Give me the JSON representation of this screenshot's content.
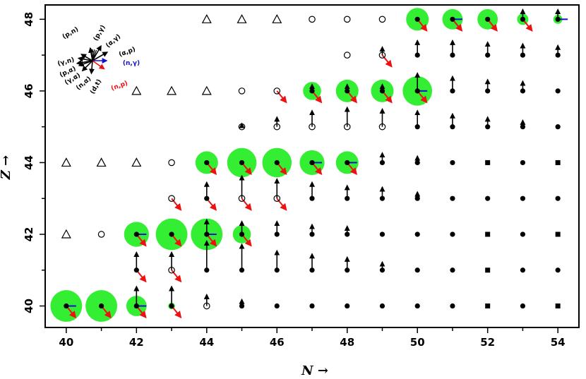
{
  "chart_data": {
    "type": "scatter",
    "title": "",
    "xlabel": "N →",
    "ylabel": "Z →",
    "xlim": [
      39.4,
      54.6
    ],
    "ylim": [
      39.4,
      48.4
    ],
    "x_ticks": [
      40,
      42,
      44,
      46,
      48,
      50,
      52,
      54
    ],
    "y_ticks": [
      40,
      42,
      44,
      46,
      48
    ],
    "grid": false,
    "legend_position": "top-left",
    "reaction_labels": [
      "(p,n)",
      "(p,γ)",
      "(α,γ)",
      "(α,p)",
      "(n,γ)",
      "(n,p)",
      "(d,t)",
      "(n,α)",
      "(γ,α)",
      "(p,α)",
      "(γ,n)"
    ],
    "colors": {
      "circle_fill": "#33ee33",
      "n_gamma_arrow": "#1111cc",
      "n_p_arrow": "#ee1111",
      "default": "#000000"
    },
    "series": [
      {
        "marker": "triangle",
        "points": [
          [
            44,
            48
          ],
          [
            45,
            48
          ],
          [
            46,
            48
          ],
          [
            42,
            46
          ],
          [
            43,
            46
          ],
          [
            44,
            46
          ],
          [
            40,
            44
          ],
          [
            41,
            44
          ],
          [
            42,
            44
          ],
          [
            40,
            42
          ]
        ]
      },
      {
        "marker": "open-circle",
        "points": [
          [
            47,
            48
          ],
          [
            48,
            48
          ],
          [
            49,
            48
          ],
          [
            48,
            47
          ],
          [
            49,
            47
          ],
          [
            45,
            46
          ],
          [
            46,
            46
          ],
          [
            45,
            45
          ],
          [
            46,
            45
          ],
          [
            47,
            45
          ],
          [
            48,
            45
          ],
          [
            49,
            45
          ],
          [
            43,
            44
          ],
          [
            43,
            43
          ],
          [
            45,
            43
          ],
          [
            46,
            43
          ],
          [
            41,
            42
          ],
          [
            43,
            41
          ],
          [
            44,
            40
          ]
        ]
      },
      {
        "marker": "filled-dot",
        "points": [
          [
            50,
            48
          ],
          [
            51,
            48
          ],
          [
            52,
            48
          ],
          [
            53,
            48
          ],
          [
            54,
            48
          ],
          [
            50,
            47
          ],
          [
            51,
            47
          ],
          [
            52,
            47
          ],
          [
            53,
            47
          ],
          [
            54,
            47
          ],
          [
            47,
            46
          ],
          [
            48,
            46
          ],
          [
            49,
            46
          ],
          [
            50,
            46
          ],
          [
            51,
            46
          ],
          [
            52,
            46
          ],
          [
            53,
            46
          ],
          [
            54,
            46
          ],
          [
            50,
            45
          ],
          [
            51,
            45
          ],
          [
            52,
            45
          ],
          [
            53,
            45
          ],
          [
            54,
            45
          ],
          [
            44,
            44
          ],
          [
            45,
            44
          ],
          [
            46,
            44
          ],
          [
            47,
            44
          ],
          [
            48,
            44
          ],
          [
            49,
            44
          ],
          [
            50,
            44
          ],
          [
            51,
            44
          ],
          [
            53,
            44
          ],
          [
            44,
            43
          ],
          [
            47,
            43
          ],
          [
            48,
            43
          ],
          [
            49,
            43
          ],
          [
            50,
            43
          ],
          [
            51,
            43
          ],
          [
            52,
            43
          ],
          [
            53,
            43
          ],
          [
            54,
            43
          ],
          [
            42,
            42
          ],
          [
            43,
            42
          ],
          [
            44,
            42
          ],
          [
            45,
            42
          ],
          [
            46,
            42
          ],
          [
            47,
            42
          ],
          [
            48,
            42
          ],
          [
            49,
            42
          ],
          [
            50,
            42
          ],
          [
            51,
            42
          ],
          [
            53,
            42
          ],
          [
            42,
            41
          ],
          [
            44,
            41
          ],
          [
            45,
            41
          ],
          [
            46,
            41
          ],
          [
            47,
            41
          ],
          [
            48,
            41
          ],
          [
            49,
            41
          ],
          [
            50,
            41
          ],
          [
            51,
            41
          ],
          [
            53,
            41
          ],
          [
            54,
            41
          ],
          [
            40,
            40
          ],
          [
            41,
            40
          ],
          [
            42,
            40
          ],
          [
            43,
            40
          ],
          [
            45,
            40
          ],
          [
            46,
            40
          ],
          [
            47,
            40
          ],
          [
            48,
            40
          ],
          [
            49,
            40
          ],
          [
            50,
            40
          ],
          [
            51,
            40
          ],
          [
            53,
            40
          ]
        ]
      },
      {
        "marker": "square",
        "points": [
          [
            52,
            44
          ],
          [
            54,
            44
          ],
          [
            52,
            42
          ],
          [
            54,
            42
          ],
          [
            52,
            41
          ],
          [
            52,
            40
          ],
          [
            54,
            40
          ]
        ]
      }
    ],
    "green_circles": [
      {
        "x": 50,
        "y": 48,
        "r": 1.0
      },
      {
        "x": 51,
        "y": 48,
        "r": 0.9
      },
      {
        "x": 52,
        "y": 48,
        "r": 0.9
      },
      {
        "x": 53,
        "y": 48,
        "r": 0.5
      },
      {
        "x": 54,
        "y": 48,
        "r": 0.4
      },
      {
        "x": 47,
        "y": 46,
        "r": 0.8
      },
      {
        "x": 48,
        "y": 46,
        "r": 1.0
      },
      {
        "x": 49,
        "y": 46,
        "r": 1.0
      },
      {
        "x": 50,
        "y": 46,
        "r": 1.3
      },
      {
        "x": 44,
        "y": 44,
        "r": 1.0
      },
      {
        "x": 45,
        "y": 44,
        "r": 1.3
      },
      {
        "x": 46,
        "y": 44,
        "r": 1.3
      },
      {
        "x": 47,
        "y": 44,
        "r": 1.1
      },
      {
        "x": 48,
        "y": 44,
        "r": 1.0
      },
      {
        "x": 42,
        "y": 42,
        "r": 1.1
      },
      {
        "x": 43,
        "y": 42,
        "r": 1.4
      },
      {
        "x": 44,
        "y": 42,
        "r": 1.4
      },
      {
        "x": 45,
        "y": 42,
        "r": 0.8
      },
      {
        "x": 40,
        "y": 40,
        "r": 1.4
      },
      {
        "x": 41,
        "y": 40,
        "r": 1.4
      },
      {
        "x": 42,
        "y": 40,
        "r": 0.9
      },
      {
        "x": 43,
        "y": 40,
        "r": 0.3
      }
    ],
    "up_arrows": [
      {
        "x": 53,
        "y": 48,
        "len": 0.3
      },
      {
        "x": 54,
        "y": 48,
        "len": 0.3
      },
      {
        "x": 49,
        "y": 47,
        "len": 0.25
      },
      {
        "x": 50,
        "y": 47,
        "len": 0.45
      },
      {
        "x": 51,
        "y": 47,
        "len": 0.45
      },
      {
        "x": 52,
        "y": 47,
        "len": 0.4
      },
      {
        "x": 53,
        "y": 47,
        "len": 0.35
      },
      {
        "x": 54,
        "y": 47,
        "len": 0.3
      },
      {
        "x": 47,
        "y": 46,
        "len": 0.2
      },
      {
        "x": 48,
        "y": 46,
        "len": 0.2
      },
      {
        "x": 49,
        "y": 46,
        "len": 0.2
      },
      {
        "x": 50,
        "y": 46,
        "len": 0.55
      },
      {
        "x": 51,
        "y": 46,
        "len": 0.45
      },
      {
        "x": 52,
        "y": 46,
        "len": 0.35
      },
      {
        "x": 53,
        "y": 46,
        "len": 0.3
      },
      {
        "x": 45,
        "y": 45,
        "len": 0.1
      },
      {
        "x": 46,
        "y": 45,
        "len": 0.3
      },
      {
        "x": 47,
        "y": 45,
        "len": 0.5
      },
      {
        "x": 48,
        "y": 45,
        "len": 0.6
      },
      {
        "x": 49,
        "y": 45,
        "len": 0.55
      },
      {
        "x": 50,
        "y": 45,
        "len": 0.5
      },
      {
        "x": 51,
        "y": 45,
        "len": 0.4
      },
      {
        "x": 52,
        "y": 45,
        "len": 0.3
      },
      {
        "x": 53,
        "y": 45,
        "len": 0.2
      },
      {
        "x": 49,
        "y": 44,
        "len": 0.3
      },
      {
        "x": 50,
        "y": 44,
        "len": 0.2
      },
      {
        "x": 44,
        "y": 43,
        "len": 0.5
      },
      {
        "x": 45,
        "y": 43,
        "len": 0.7
      },
      {
        "x": 46,
        "y": 43,
        "len": 0.6
      },
      {
        "x": 47,
        "y": 43,
        "len": 0.5
      },
      {
        "x": 48,
        "y": 43,
        "len": 0.4
      },
      {
        "x": 49,
        "y": 43,
        "len": 0.35
      },
      {
        "x": 50,
        "y": 43,
        "len": 0.2
      },
      {
        "x": 44,
        "y": 42,
        "len": 0.45
      },
      {
        "x": 45,
        "y": 42,
        "len": 0.4
      },
      {
        "x": 46,
        "y": 42,
        "len": 0.4
      },
      {
        "x": 47,
        "y": 42,
        "len": 0.3
      },
      {
        "x": 48,
        "y": 42,
        "len": 0.25
      },
      {
        "x": 42,
        "y": 41,
        "len": 0.55
      },
      {
        "x": 43,
        "y": 41,
        "len": 0.55
      },
      {
        "x": 44,
        "y": 41,
        "len": 0.9
      },
      {
        "x": 45,
        "y": 41,
        "len": 0.8
      },
      {
        "x": 46,
        "y": 41,
        "len": 0.6
      },
      {
        "x": 47,
        "y": 41,
        "len": 0.5
      },
      {
        "x": 48,
        "y": 41,
        "len": 0.4
      },
      {
        "x": 49,
        "y": 41,
        "len": 0.25
      },
      {
        "x": 42,
        "y": 40,
        "len": 0.6
      },
      {
        "x": 43,
        "y": 40,
        "len": 0.6
      },
      {
        "x": 44,
        "y": 40,
        "len": 0.35
      },
      {
        "x": 45,
        "y": 40,
        "len": 0.2
      }
    ],
    "n_gamma_arrows": [
      {
        "x": 51,
        "y": 48
      },
      {
        "x": 54,
        "y": 48
      },
      {
        "x": 50,
        "y": 46
      },
      {
        "x": 47,
        "y": 44
      },
      {
        "x": 48,
        "y": 44
      },
      {
        "x": 44,
        "y": 42
      },
      {
        "x": 42,
        "y": 42
      },
      {
        "x": 40,
        "y": 40
      },
      {
        "x": 42,
        "y": 40
      }
    ],
    "n_p_arrows": [
      {
        "x": 50,
        "y": 48
      },
      {
        "x": 51,
        "y": 48
      },
      {
        "x": 52,
        "y": 48
      },
      {
        "x": 53,
        "y": 48
      },
      {
        "x": 49,
        "y": 47
      },
      {
        "x": 47,
        "y": 46
      },
      {
        "x": 48,
        "y": 46
      },
      {
        "x": 49,
        "y": 46
      },
      {
        "x": 50,
        "y": 46
      },
      {
        "x": 46,
        "y": 46
      },
      {
        "x": 44,
        "y": 44
      },
      {
        "x": 45,
        "y": 44
      },
      {
        "x": 46,
        "y": 44
      },
      {
        "x": 47,
        "y": 44
      },
      {
        "x": 48,
        "y": 44
      },
      {
        "x": 44,
        "y": 43
      },
      {
        "x": 45,
        "y": 43
      },
      {
        "x": 46,
        "y": 43
      },
      {
        "x": 43,
        "y": 43
      },
      {
        "x": 42,
        "y": 42
      },
      {
        "x": 43,
        "y": 42
      },
      {
        "x": 44,
        "y": 42
      },
      {
        "x": 45,
        "y": 42
      },
      {
        "x": 42,
        "y": 41
      },
      {
        "x": 43,
        "y": 41
      },
      {
        "x": 40,
        "y": 40
      },
      {
        "x": 41,
        "y": 40
      },
      {
        "x": 42,
        "y": 40
      },
      {
        "x": 43,
        "y": 40
      }
    ]
  }
}
